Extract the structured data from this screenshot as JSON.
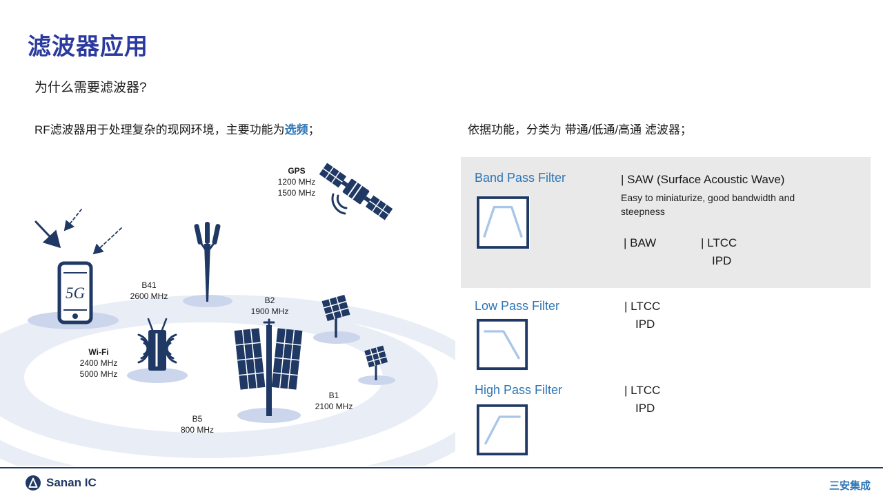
{
  "page": {
    "title": "滤波器应用",
    "subtitle": "为什么需要滤波器?",
    "intro_left": {
      "prefix": "RF滤波器用于处理复杂的现网环境，主要功能为",
      "highlight": "选频",
      "suffix": "；"
    },
    "intro_right": {
      "prefix": "依据功能，分类为 ",
      "emphasis": "带通/低通/高通",
      "suffix": " 滤波器；"
    }
  },
  "diagram": {
    "gps": {
      "title": "GPS",
      "freq1": "1200 MHz",
      "freq2": "1500 MHz"
    },
    "b41": {
      "band": "B41",
      "freq": "2600 MHz"
    },
    "b2": {
      "band": "B2",
      "freq": "1900 MHz"
    },
    "wifi": {
      "title": "Wi-Fi",
      "freq1": "2400 MHz",
      "freq2": "5000 MHz"
    },
    "b1": {
      "band": "B1",
      "freq": "2100 MHz"
    },
    "b5": {
      "band": "B5",
      "freq": "800 MHz"
    },
    "phone": {
      "label": "5G"
    }
  },
  "filters": {
    "band_pass": {
      "title": "Band Pass Filter",
      "saw_label": "| SAW (Surface Acoustic Wave)",
      "saw_desc": "Easy to miniaturize, good bandwidth and steepness",
      "baw_label": "| BAW",
      "ltcc_label": "| LTCC",
      "ltcc_sub": "IPD"
    },
    "low_pass": {
      "title": "Low Pass Filter",
      "ltcc_label": "| LTCC",
      "ltcc_sub": "IPD"
    },
    "high_pass": {
      "title": "High Pass Filter",
      "ltcc_label": "| LTCC",
      "ltcc_sub": "IPD"
    }
  },
  "footer": {
    "brand": "Sanan IC",
    "company": "三安集成"
  },
  "colors": {
    "navy": "#1F3864",
    "accent_blue": "#2E75B6",
    "title_blue": "#2A3A9F",
    "panel_gray": "#E9E9E9"
  }
}
